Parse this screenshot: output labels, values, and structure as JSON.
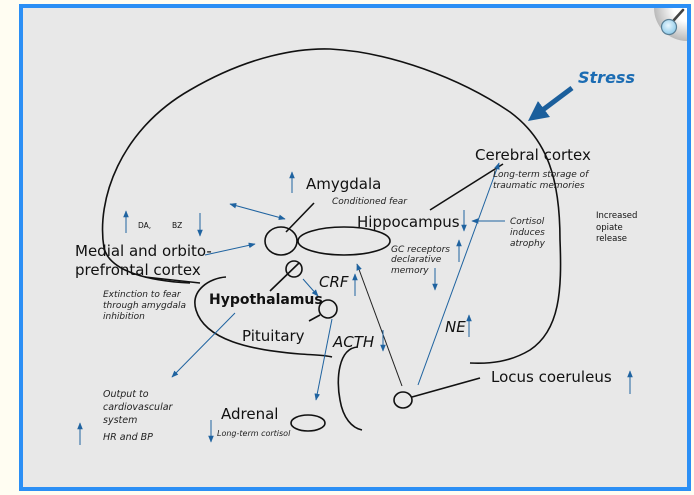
{
  "colors": {
    "frame_border": "#2b8ff5",
    "panel": "#e8e8e8",
    "arrow_blue": "#1f63a0",
    "stress_blue": "#1b6cb3"
  },
  "controls": {
    "zoom_icon": "magnifier-icon"
  },
  "labels": {
    "stress": "Stress",
    "cerebral_cortex": "Cerebral cortex",
    "cerebral_note_1": "Long-term storage of",
    "cerebral_note_2": "traumatic memories",
    "amygdala": "Amygdala",
    "amygdala_note": "Conditioned fear",
    "hippocampus": "Hippocampus",
    "cortisol_1": "Cortisol",
    "cortisol_2": "induces",
    "cortisol_3": "atrophy",
    "opiate_1": "Increased",
    "opiate_2": "opiate",
    "opiate_3": "release",
    "gc_1": "GC receptors",
    "gc_2": "declarative",
    "gc_3": "memory",
    "da": "DA,",
    "bz": "BZ",
    "medial_1": "Medial and orbito-",
    "medial_2": "prefrontal cortex",
    "extinction_1": "Extinction to fear",
    "extinction_2": "through amygdala",
    "extinction_3": "inhibition",
    "crf": "CRF",
    "hypothalamus": "Hypothalamus",
    "pituitary": "Pituitary",
    "acth": "ACTH",
    "ne": "NE",
    "locus": "Locus coeruleus",
    "output_1": "Output to",
    "output_2": "cardiovascular",
    "output_3": "system",
    "hrbp": "HR and BP",
    "adrenal": "Adrenal",
    "adrenal_note": "Long-term cortisol"
  }
}
